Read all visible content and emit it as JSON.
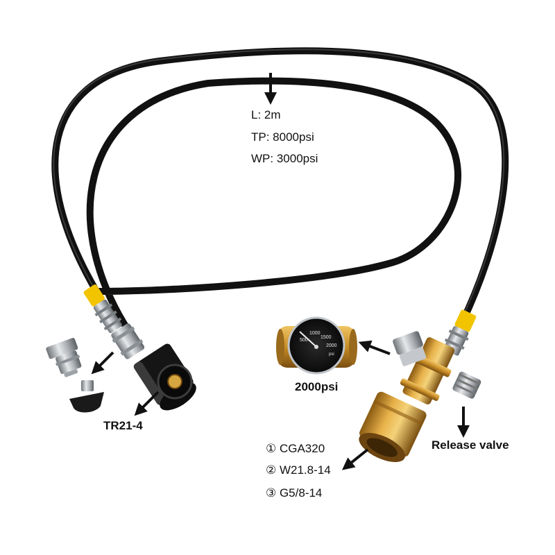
{
  "specs": {
    "length": "L: 2m",
    "test_pressure": "TP: 8000psi",
    "working_pressure": "WP: 3000psi"
  },
  "gauge": {
    "label": "2000psi",
    "unit": "psi",
    "dial_numbers": [
      "500",
      "1000",
      "1500",
      "2000"
    ]
  },
  "connector": {
    "label": "TR21-4"
  },
  "valve": {
    "label": "Release valve"
  },
  "threads": [
    "① CGA320",
    "② W21.8-14",
    "③ G5/8-14"
  ],
  "colors": {
    "hose": "#111111",
    "yellow_band": "#f2c400",
    "brass": "#c8902a",
    "chrome": "#b8bcc0",
    "arrow": "#111111"
  }
}
